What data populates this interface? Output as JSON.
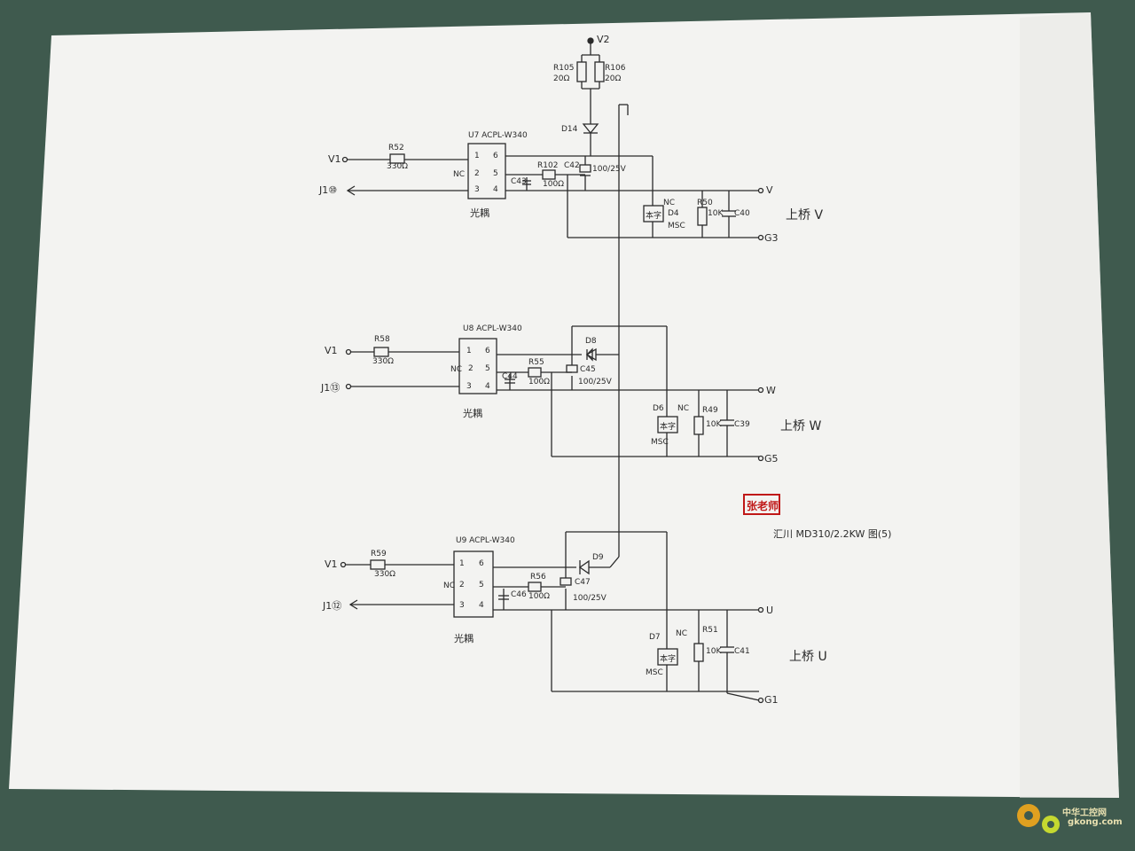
{
  "supply": {
    "v2": "V2"
  },
  "top_resistors": {
    "r105": "R105",
    "r105_val": "20Ω",
    "r106": "R106",
    "r106_val": "20Ω"
  },
  "d14": "D14",
  "block_v": {
    "u": "U7 ACPL-W340",
    "in": "V1",
    "r_in": "R52",
    "r_in_val": "330Ω",
    "out": "J1⑩",
    "nc": "NC",
    "pins": [
      "1",
      "2",
      "3",
      "6",
      "5",
      "4"
    ],
    "c_small": "C43",
    "r_gate": "R102",
    "r_gate_val": "100Ω",
    "c_boot": "C42",
    "c_boot_val": "100/25V",
    "nc_tvs": "NC",
    "tvs_part": "D4",
    "tvs_body": "本字",
    "msc": "MSC",
    "r_pd": "R50",
    "r_pd_val": "10K",
    "c_pd": "C40",
    "term_out": "V",
    "term_g": "G3",
    "opto": "光耦",
    "title": "上桥 V"
  },
  "block_w": {
    "u": "U8 ACPL-W340",
    "in": "V1",
    "r_in": "R58",
    "r_in_val": "330Ω",
    "out": "J1⑬",
    "nc": "NC",
    "pins": [
      "1",
      "2",
      "3",
      "6",
      "5",
      "4"
    ],
    "c_small": "C44",
    "r_gate": "R55",
    "r_gate_val": "100Ω",
    "diode": "D8",
    "c_boot": "C45",
    "c_boot_val": "100/25V",
    "tvs_part": "D6",
    "nc_tvs": "NC",
    "tvs_body": "本字",
    "msc": "MSC",
    "r_pd": "R49",
    "r_pd_val": "10K",
    "c_pd": "C39",
    "term_out": "W",
    "term_g": "G5",
    "opto": "光耦",
    "title": "上桥 W"
  },
  "block_u": {
    "u": "U9 ACPL-W340",
    "in": "V1",
    "r_in": "R59",
    "r_in_val": "330Ω",
    "out": "J1⑫",
    "nc": "NC",
    "pins": [
      "1",
      "2",
      "3",
      "6",
      "5",
      "4"
    ],
    "c_small": "C46",
    "r_gate": "R56",
    "r_gate_val": "100Ω",
    "diode": "D9",
    "c_boot": "C47",
    "c_boot_val": "100/25V",
    "tvs_part": "D7",
    "nc_tvs": "NC",
    "tvs_body": "本字",
    "msc": "MSC",
    "r_pd": "R51",
    "r_pd_val": "10K",
    "c_pd": "C41",
    "term_out": "U",
    "term_g": "G1",
    "opto": "光耦",
    "title": "上桥 U"
  },
  "seal": "张老师",
  "caption": "汇川 MD310/2.2KW 图(5)",
  "watermark": {
    "title": "中华工控网",
    "url": "gkong.com"
  },
  "colors": {
    "ink": "#2a2a2a",
    "paper": "#f4f4f2",
    "board": "#3f5a4e",
    "seal": "#c01818"
  }
}
